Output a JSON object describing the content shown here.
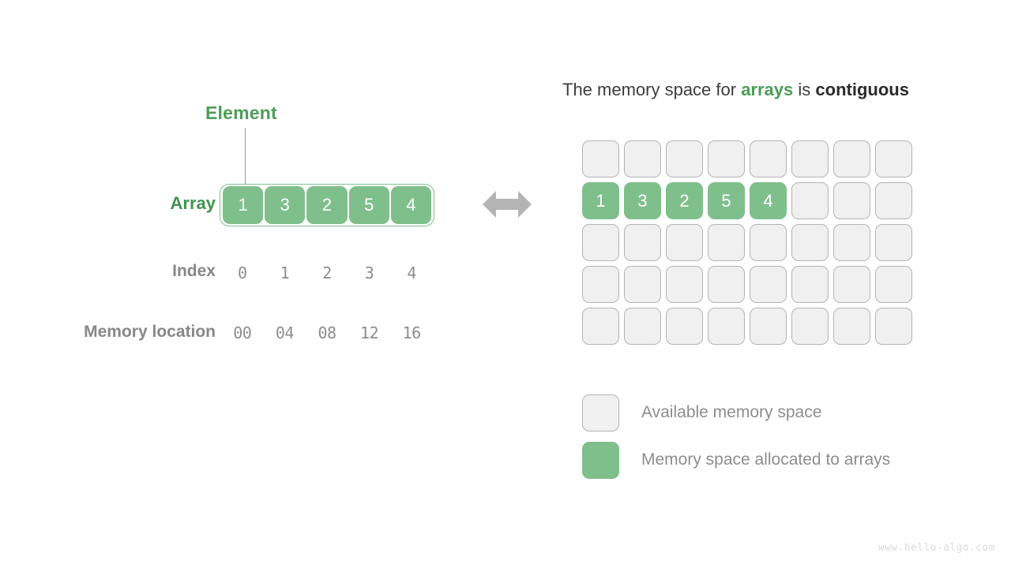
{
  "diagram": {
    "left_panel": {
      "element_callout": "Element",
      "row_labels": {
        "array": "Array",
        "index": "Index",
        "memory_location": "Memory location"
      },
      "array_values": [
        "1",
        "3",
        "2",
        "5",
        "4"
      ],
      "index_values": [
        "0",
        "1",
        "2",
        "3",
        "4"
      ],
      "memory_values": [
        "00",
        "04",
        "08",
        "12",
        "16"
      ]
    },
    "connector": {
      "icon": "bidirectional-arrow-icon"
    },
    "right_panel": {
      "title": {
        "part1": "The memory space for ",
        "keyword_green": "arrays",
        "part2": " is ",
        "keyword_dark": "contiguous"
      },
      "grid": {
        "columns": 8,
        "rows": 5,
        "allocated_row_index": 1,
        "allocated_values": [
          "1",
          "3",
          "2",
          "5",
          "4"
        ]
      },
      "legend": [
        {
          "swatch": "available",
          "label": "Available memory space"
        },
        {
          "swatch": "allocated",
          "label": "Memory space allocated to arrays"
        }
      ]
    },
    "watermark": "www.hello-algo.com",
    "colors": {
      "green_fill": "#7fbf8c",
      "green_text": "#4c9d57",
      "empty_cell_fill": "#f0f0f0",
      "empty_cell_border": "#b4b4b4",
      "gray_text": "#8d8d8d",
      "arrow_gray": "#b4b4b4",
      "title_text": "#3d3d3d"
    }
  }
}
